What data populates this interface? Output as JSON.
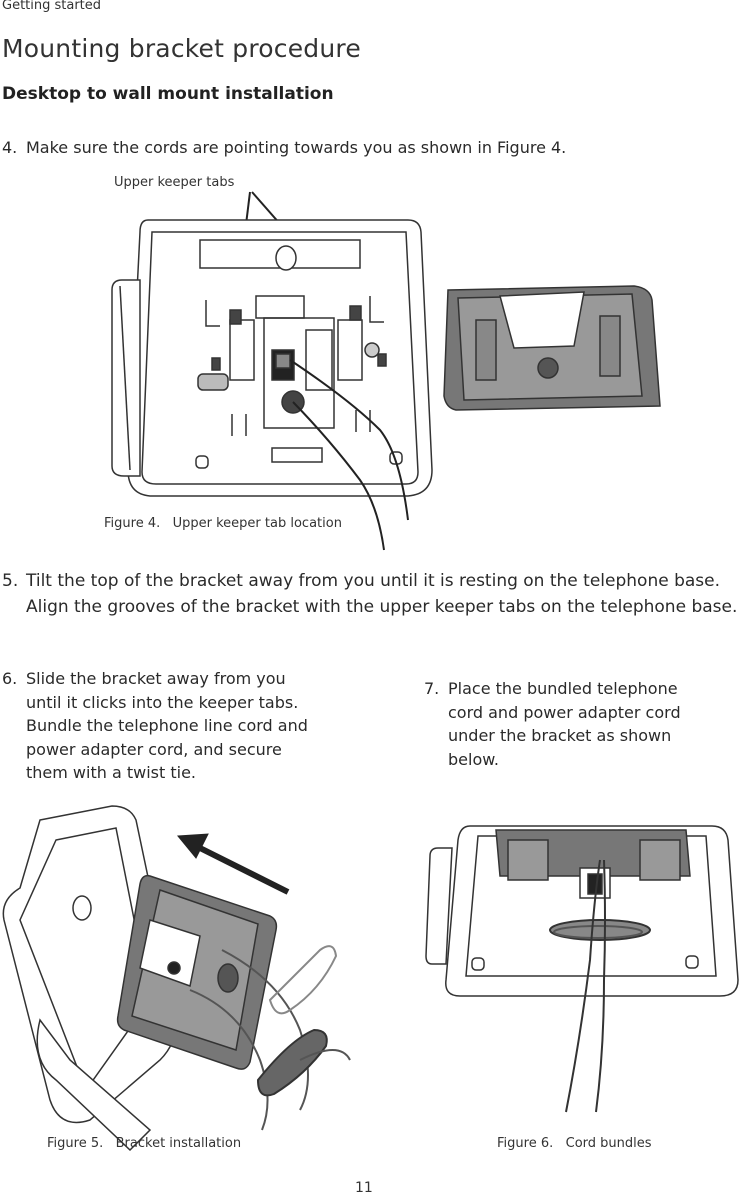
{
  "header": {
    "section_label": "Getting started",
    "title": "Mounting bracket procedure",
    "subtitle": "Desktop to wall mount installation"
  },
  "steps": [
    {
      "number": "4.",
      "text": "Make sure the cords are pointing towards you as shown in Figure 4."
    },
    {
      "number": "5.",
      "text": "Tilt the top of the bracket away from you until it is resting on the telephone base. Align the grooves of the bracket with the upper keeper tabs on the telephone base."
    },
    {
      "number": "6.",
      "text": "Slide the bracket away from you until it clicks into the keeper tabs. Bundle the telephone line cord and power adapter cord, and secure them with a twist tie."
    },
    {
      "number": "7.",
      "text": "Place the bundled telephone cord and power adapter cord under the bracket as shown below."
    }
  ],
  "figures": {
    "fig4": {
      "caption": "Figure 4.   Upper keeper tab location",
      "callout": "Upper keeper tabs"
    },
    "fig5": {
      "caption": "Figure 5.   Bracket installation"
    },
    "fig6": {
      "caption": "Figure 6.   Cord bundles"
    }
  },
  "footer": {
    "page_number": "11"
  }
}
